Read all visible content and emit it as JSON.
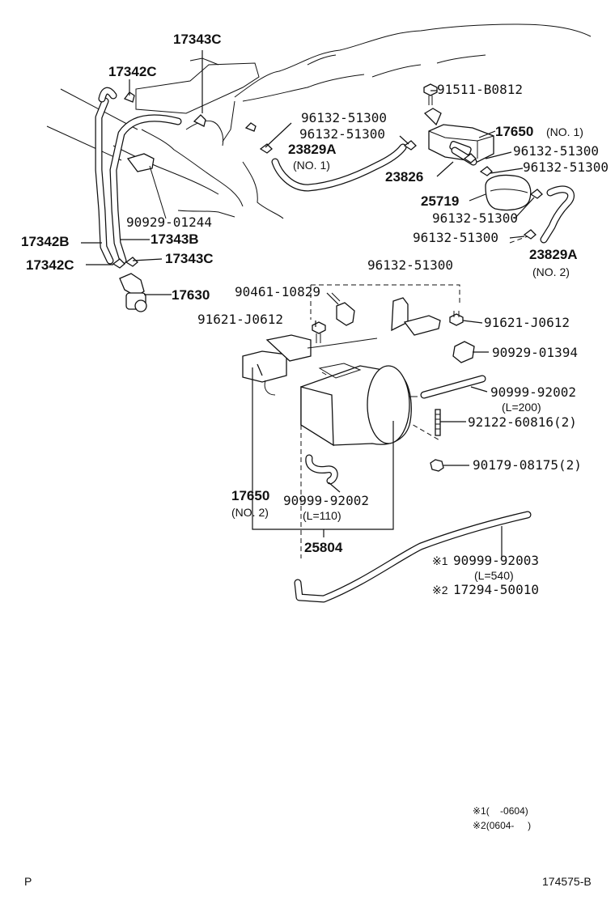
{
  "labels": {
    "p17343c_top": "17343C",
    "p17342c_top": "17342C",
    "p91511": "91511-B0812",
    "p96132_a": "96132-51300",
    "p96132_b": "96132-51300",
    "p23829a_1": "23829A",
    "p23829a_1_sub": "(NO. 1)",
    "p17650_1": "17650",
    "p17650_1_sub": "(NO. 1)",
    "p96132_c": "96132-51300",
    "p96132_d": "96132-51300",
    "p23826": "23826",
    "p25719": "25719",
    "p96132_e": "96132-51300",
    "p96132_f": "96132-51300",
    "p90929_01244": "90929-01244",
    "p17342b": "17342B",
    "p17343b": "17343B",
    "p17342c_bot": "17342C",
    "p17343c_bot": "17343C",
    "p23829a_2": "23829A",
    "p23829a_2_sub": "(NO. 2)",
    "p96132_g": "96132-51300",
    "p17630": "17630",
    "p90461": "90461-10829",
    "p91621_left": "91621-J0612",
    "p91621_right": "91621-J0612",
    "p90929_01394": "90929-01394",
    "p90999_92002_r": "90999-92002",
    "p90999_92002_r_sub": "(L=200)",
    "p92122": "92122-60816(2)",
    "p90179": "90179-08175(2)",
    "p17650_2": "17650",
    "p17650_2_sub": "(NO. 2)",
    "p90999_92002_c": "90999-92002",
    "p90999_92002_c_sub": "(L=110)",
    "p25804": "25804",
    "p90999_92003_mark": "※1",
    "p90999_92003": "90999-92003",
    "p90999_92003_sub": "(L=540)",
    "p17294_mark": "※2",
    "p17294": "17294-50010"
  },
  "notes": {
    "note1": "※1(    -0604)",
    "note2": "※2(0604-     )"
  },
  "footer": {
    "page_marker": "P",
    "diagram_id": "174575-B"
  }
}
